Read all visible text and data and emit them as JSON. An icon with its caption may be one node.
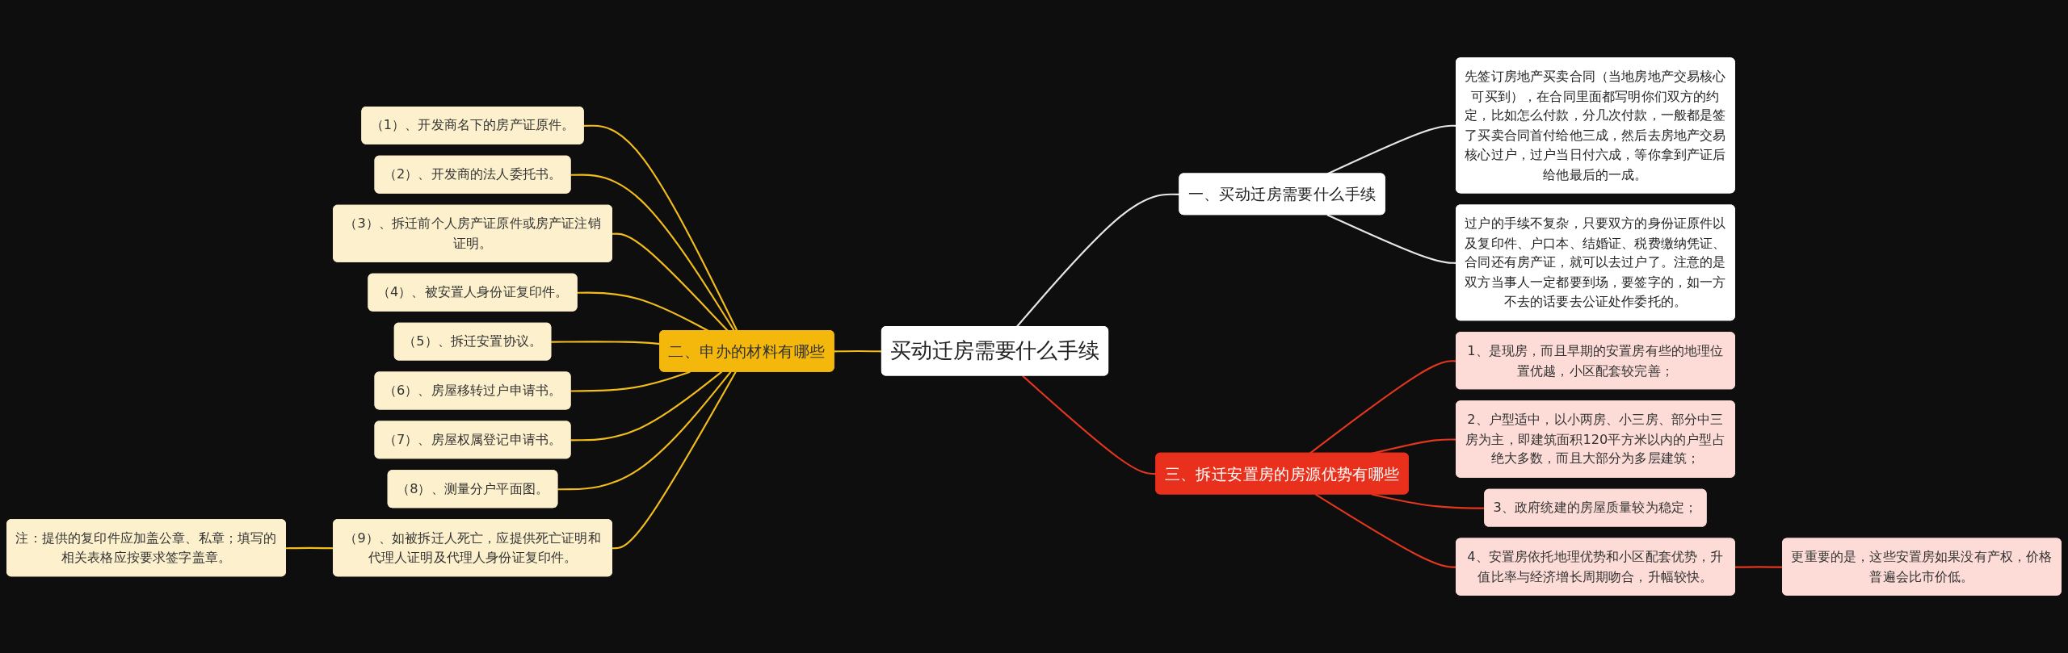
{
  "diagram": {
    "nodes": [
      {
        "text": [
          "买动迁房需要什么手续"
        ]
      },
      {
        "text": [
          "一、买动迁房需要什么手续"
        ]
      },
      {
        "text": [
          "先签订房地产买卖合同（当地房地产交易核心可买到），在合同里面都写明你们双方的约定，比如怎么付款，分几次付款，一般都是签了买卖合同首付给他三成，然后去房地产交易核心过户，过户当日付六成，等你拿到产证后给他最后的一成。"
        ]
      },
      {
        "text": [
          "过户的手续不复杂，只要双方的身份证原件以及复印件、户口本、结婚证、税费缴纳凭证、合同还有房产证，就可以去过户了。注意的是双方当事人一定都要到场，要签字的，如一方不去的话要去公证处作委托的。"
        ]
      },
      {
        "text": [
          "二、申办的材料有哪些"
        ]
      },
      {
        "text": [
          "（1）、开发商名下的房产证原件。"
        ]
      },
      {
        "text": [
          "（2）、开发商的法人委托书。"
        ]
      },
      {
        "text": [
          "（3）、拆迁前个人房产证原件或房产证注销证明。"
        ]
      },
      {
        "text": [
          "（4）、被安置人身份证复印件。"
        ]
      },
      {
        "text": [
          "（5）、拆迁安置协议。"
        ]
      },
      {
        "text": [
          "（6）、房屋移转过户申请书。"
        ]
      },
      {
        "text": [
          "（7）、房屋权属登记申请书。"
        ]
      },
      {
        "text": [
          "（8）、测量分户平面图。"
        ]
      },
      {
        "text": [
          "（9）、如被拆迁人死亡，应提供死亡证明和代理人证明及代理人身份证复印件。"
        ]
      },
      {
        "text": [
          "注：提供的复印件应加盖公章、私章；填写的相关表格应按要求签字盖章。"
        ]
      },
      {
        "text": [
          "三、拆迁安置房的房源优势有哪些"
        ]
      },
      {
        "text": [
          "1、是现房，而且早期的安置房有些的地理位置优越，小区配套较完善；"
        ]
      },
      {
        "text": [
          "2、户型适中，以小两房、小三房、部分中三房为主，即建筑面积120平方米以内的户型占绝大多数，而且大部分为多层建筑；"
        ]
      },
      {
        "text": [
          "3、政府统建的房屋质量较为稳定；"
        ]
      },
      {
        "text": [
          "4、安置房依托地理优势和小区配套优势，升值比率与经济增长周期吻合，升幅较快。"
        ]
      },
      {
        "text": [
          "更重要的是，这些安置房如果没有产权，价格普遍会比市价低。"
        ]
      }
    ],
    "edges": [
      {
        "from": 0,
        "to": 1,
        "arrow": "none",
        "color": "#e6e6e6"
      },
      {
        "from": 1,
        "to": 2,
        "arrow": "none",
        "color": "#e6e6e6"
      },
      {
        "from": 1,
        "to": 3,
        "arrow": "none",
        "color": "#e6e6e6"
      },
      {
        "from": 0,
        "to": 4,
        "arrow": "none"
      },
      {
        "from": 4,
        "to": 5,
        "arrow": "none"
      },
      {
        "from": 4,
        "to": 6,
        "arrow": "none"
      },
      {
        "from": 4,
        "to": 7,
        "arrow": "none"
      },
      {
        "from": 4,
        "to": 8,
        "arrow": "none"
      },
      {
        "from": 4,
        "to": 9,
        "arrow": "none"
      },
      {
        "from": 4,
        "to": 10,
        "arrow": "none"
      },
      {
        "from": 4,
        "to": 11,
        "arrow": "none"
      },
      {
        "from": 4,
        "to": 12,
        "arrow": "none"
      },
      {
        "from": 4,
        "to": 13,
        "arrow": "none"
      },
      {
        "from": 13,
        "to": 14,
        "arrow": "none"
      },
      {
        "from": 0,
        "to": 15,
        "arrow": "none",
        "color": "#e2361f"
      },
      {
        "from": 15,
        "to": 16,
        "arrow": "none",
        "color": "#e2361f"
      },
      {
        "from": 15,
        "to": 17,
        "arrow": "none",
        "color": "#e2361f"
      },
      {
        "from": 15,
        "to": 18,
        "arrow": "none",
        "color": "#e2361f"
      },
      {
        "from": 15,
        "to": 19,
        "arrow": "none",
        "color": "#e2361f"
      },
      {
        "from": 19,
        "to": 20,
        "arrow": "none",
        "color": "#e2361f"
      }
    ]
  }
}
